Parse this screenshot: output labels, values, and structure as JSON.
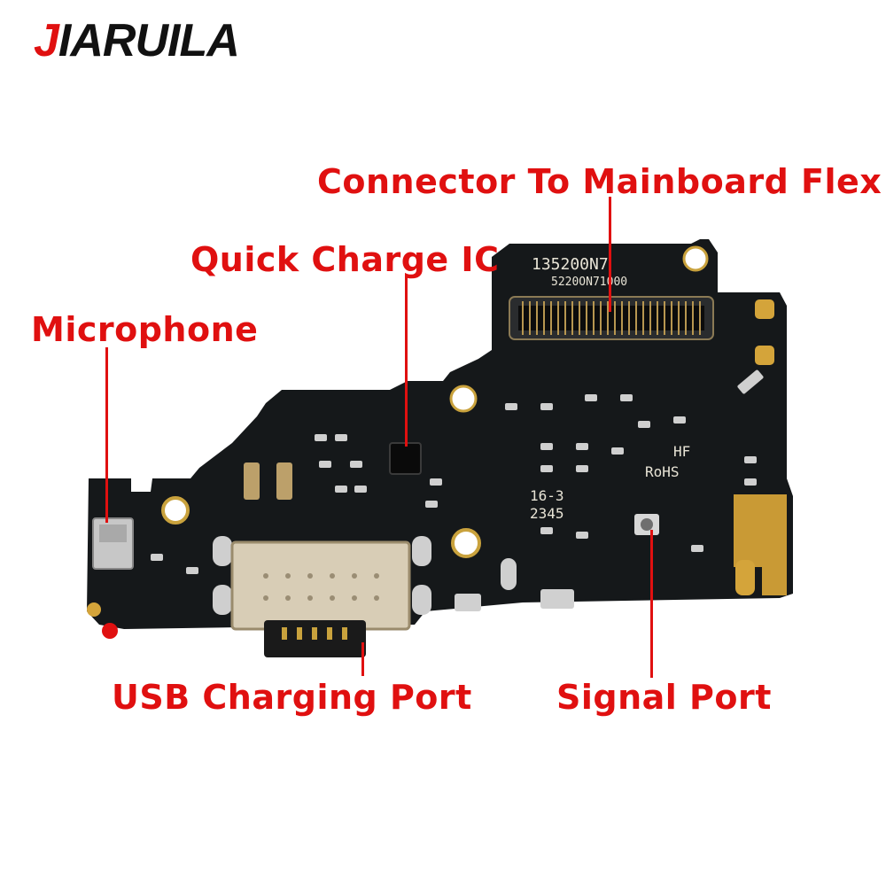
{
  "brand": {
    "prefix": "J",
    "rest": "IARUILA",
    "accent_color": "#e01010"
  },
  "labels": {
    "connector": "Connector To Mainboard Flex",
    "quick_charge": "Quick Charge IC",
    "microphone": "Microphone",
    "usb_port": "USB Charging Port",
    "signal_port": "Signal Port"
  },
  "silkscreen": {
    "part_number": "135200N7",
    "sub_number": "5220ON71000",
    "hf": "HF",
    "rohs": "RoHS",
    "code_line1": "16-3",
    "code_line2": "2345"
  },
  "colors": {
    "label_red": "#e01010",
    "pcb": "#15181a",
    "gold": "#d4a43a"
  }
}
